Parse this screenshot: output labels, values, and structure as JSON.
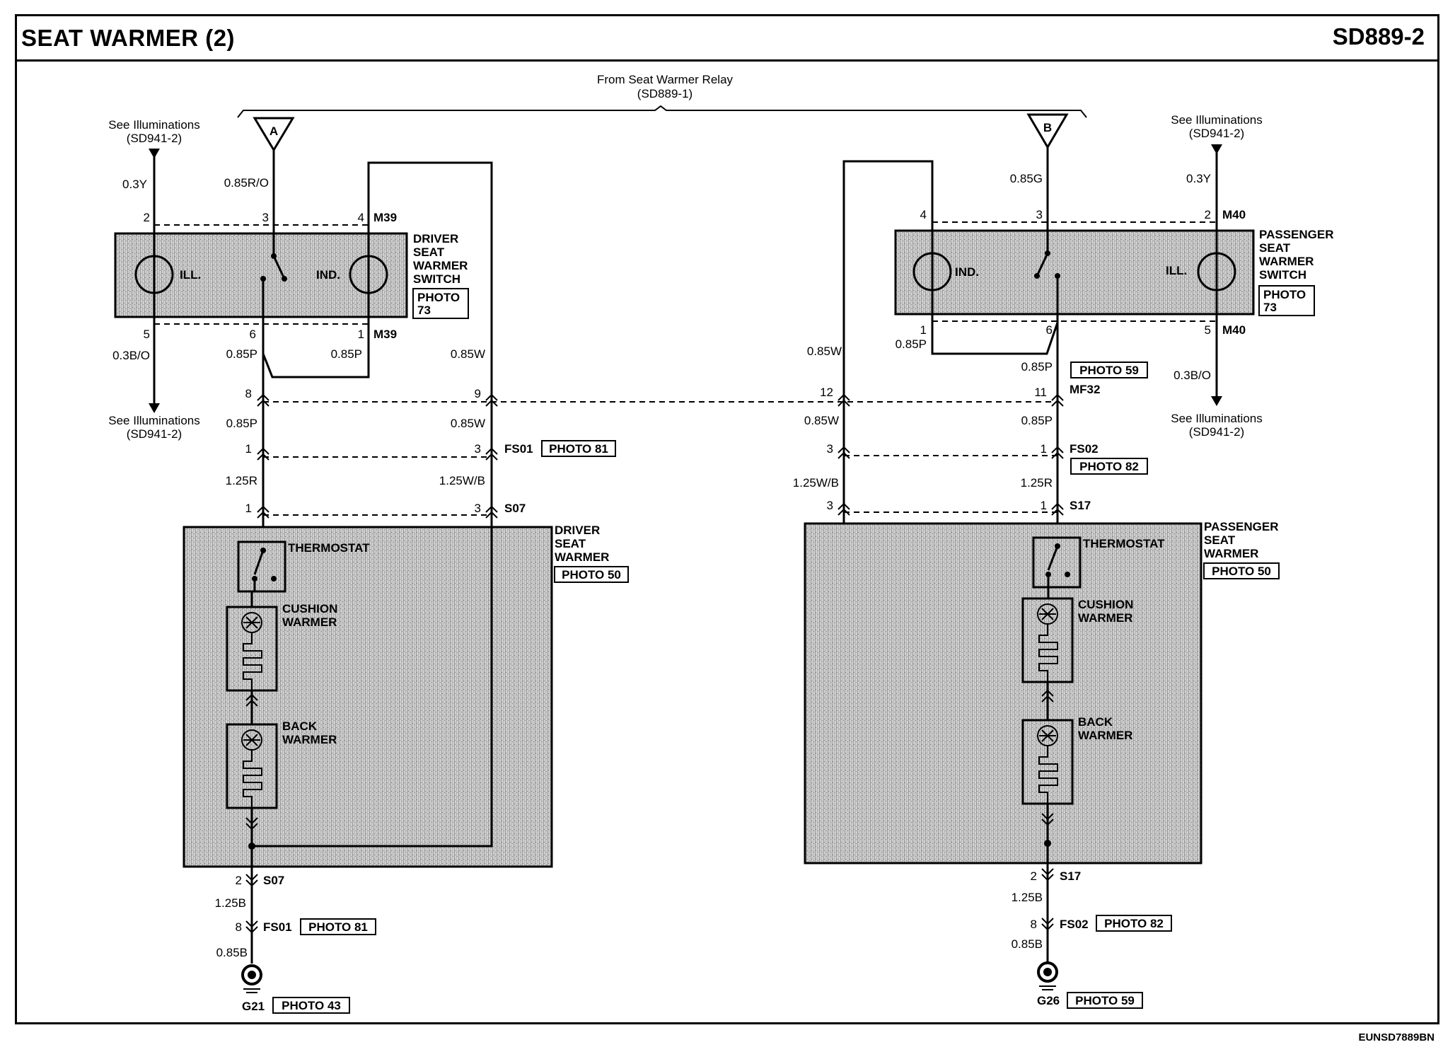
{
  "header": {
    "title": "SEAT WARMER (2)",
    "sheet": "SD889-2"
  },
  "footer": {
    "code": "EUNSD7889BN"
  },
  "top": {
    "from_line1": "From Seat Warmer Relay",
    "from_line2": "(SD889-1)"
  },
  "driver": {
    "terminal": "A",
    "see_top_1": "See Illuminations",
    "see_top_2": "(SD941-2)",
    "see_bot_1": "See Illuminations",
    "see_bot_2": "(SD941-2)",
    "wire_ill_top": "0.3Y",
    "wire_feed": "0.85R/O",
    "wire_ill_bot": "0.3B/O",
    "wire_6": "0.85P",
    "wire_1": "0.85P",
    "wire_9": "0.85W",
    "wire_85p_2": "0.85P",
    "wire_85w_2": "0.85W",
    "wire_125r": "1.25R",
    "wire_125wb": "1.25W/B",
    "wire_gnd1": "1.25B",
    "wire_gnd2": "0.85B",
    "pin_2": "2",
    "pin_3": "3",
    "pin_4": "4",
    "pin_5": "5",
    "pin_6": "6",
    "pin_1": "1",
    "pin_8": "8",
    "pin_9": "9",
    "pin_fs1_l": "1",
    "pin_fs1_r": "3",
    "pin_s07_l": "1",
    "pin_s07_r": "3",
    "pin_s07_2": "2",
    "pin_fs01_8": "8",
    "conn_m39_top": "M39",
    "conn_m39_bot": "M39",
    "conn_fs01": "FS01",
    "conn_s07": "S07",
    "conn_s07_b": "S07",
    "conn_fs01_b": "FS01",
    "ground": "G21",
    "switch_name": [
      "DRIVER",
      "SEAT",
      "WARMER",
      "SWITCH"
    ],
    "switch_photo": [
      "PHOTO",
      "73"
    ],
    "warmer_name": [
      "DRIVER",
      "SEAT",
      "WARMER"
    ],
    "warmer_photo": "PHOTO 50",
    "photo_fs01": "PHOTO 81",
    "photo_fs01_b": "PHOTO 81",
    "photo_ground": "PHOTO 43",
    "ill": "ILL.",
    "ind": "IND.",
    "thermostat": "THERMOSTAT",
    "cushion": [
      "CUSHION",
      "WARMER"
    ],
    "back": [
      "BACK",
      "WARMER"
    ]
  },
  "passenger": {
    "terminal": "B",
    "see_top_1": "See Illuminations",
    "see_top_2": "(SD941-2)",
    "see_bot_1": "See Illuminations",
    "see_bot_2": "(SD941-2)",
    "wire_ill_top": "0.3Y",
    "wire_feed": "0.85G",
    "wire_ill_bot": "0.3B/O",
    "wire_w_top": "0.85W",
    "wire_1": "0.85P",
    "wire_6": "0.85P",
    "wire_85w_2": "0.85W",
    "wire_85p_2": "0.85P",
    "wire_125wb": "1.25W/B",
    "wire_125r": "1.25R",
    "wire_gnd1": "1.25B",
    "wire_gnd2": "0.85B",
    "pin_4": "4",
    "pin_3": "3",
    "pin_2": "2",
    "pin_1": "1",
    "pin_6": "6",
    "pin_5": "5",
    "pin_12": "12",
    "pin_11": "11",
    "pin_fs2_l": "3",
    "pin_fs2_r": "1",
    "pin_s17_l": "3",
    "pin_s17_r": "1",
    "pin_s17_2": "2",
    "pin_fs02_8": "8",
    "conn_m40_top": "M40",
    "conn_m40_bot": "M40",
    "conn_mf32": "MF32",
    "conn_fs02": "FS02",
    "conn_s17": "S17",
    "conn_s17_b": "S17",
    "conn_fs02_b": "FS02",
    "ground": "G26",
    "switch_name": [
      "PASSENGER",
      "SEAT",
      "WARMER",
      "SWITCH"
    ],
    "switch_photo": [
      "PHOTO",
      "73"
    ],
    "warmer_name": [
      "PASSENGER",
      "SEAT",
      "WARMER"
    ],
    "warmer_photo": "PHOTO 50",
    "photo_mf32": "PHOTO 59",
    "photo_fs02": "PHOTO 82",
    "photo_fs02_b": "PHOTO 82",
    "photo_ground": "PHOTO 59",
    "ill": "ILL.",
    "ind": "IND.",
    "thermostat": "THERMOSTAT",
    "cushion": [
      "CUSHION",
      "WARMER"
    ],
    "back": [
      "BACK",
      "WARMER"
    ]
  }
}
